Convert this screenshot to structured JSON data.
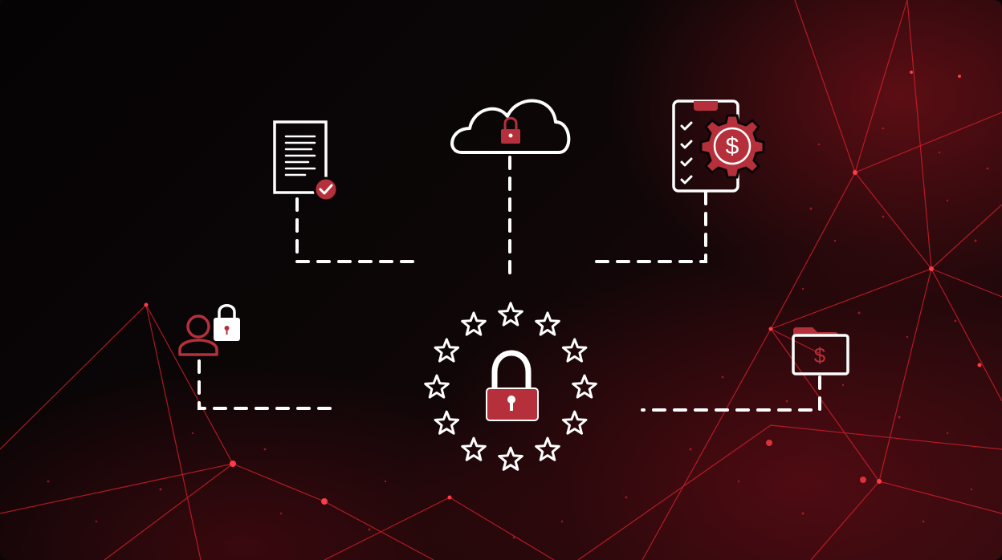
{
  "diagram": {
    "nodes": [
      {
        "id": "document-verified",
        "icon": "document-check-icon"
      },
      {
        "id": "cloud-secure",
        "icon": "cloud-lock-icon"
      },
      {
        "id": "billing-checklist",
        "icon": "checklist-dollar-gear-icon"
      },
      {
        "id": "user-secure",
        "icon": "user-lock-icon"
      },
      {
        "id": "eu-data-protection",
        "icon": "eu-stars-padlock-icon"
      },
      {
        "id": "finance-folder",
        "icon": "folder-dollar-icon"
      }
    ],
    "connections": [
      {
        "from": "document-verified",
        "to": "eu-data-protection"
      },
      {
        "from": "cloud-secure",
        "to": "eu-data-protection"
      },
      {
        "from": "billing-checklist",
        "to": "eu-data-protection"
      },
      {
        "from": "user-secure",
        "to": "eu-data-protection"
      },
      {
        "from": "finance-folder",
        "to": "eu-data-protection"
      }
    ]
  },
  "colors": {
    "background": "#0a0506",
    "line": "#ffffff",
    "accent": "#b5303a",
    "network": "#e0202e"
  }
}
